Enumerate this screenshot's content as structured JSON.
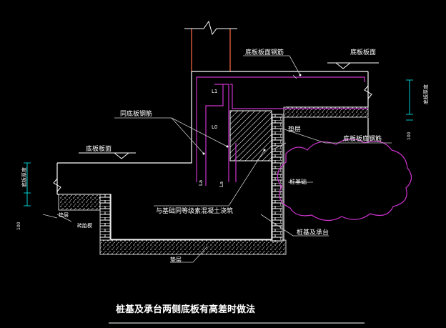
{
  "title": "桩基及承台两侧底板有高差时做法",
  "labels": {
    "bottom_plate_top_rebar": "底板板面钢筋",
    "bottom_plate_surface_right": "底板板面",
    "same_as_bottom_rebar": "同底板钢筋",
    "bottom_plate_surface_left": "底板板面",
    "cushion_right": "垫层",
    "bottom_plate_bottom_rebar": "底板板底钢筋",
    "same_grade_concrete": "与基础同等级素混凝土浇筑",
    "pile_cap_outline": "桩基及承台",
    "cushion_left": "垫层",
    "cushion_bottom": "垫层",
    "brick_mold": "砖胎模",
    "pile_foundation": "桩基础",
    "la_1": "L1",
    "la_2": "L0",
    "la_3": "La",
    "la_4": "La",
    "dim_right": "底板厚度",
    "dim_right_small": "100",
    "dim_left": "底板厚度",
    "dim_left_small": "100"
  },
  "colors": {
    "outline": "#ffffff",
    "rebar": "#cc33cc",
    "dimension": "#00ffff",
    "leader": "#cccccc",
    "column": "#cc5533",
    "text": "#ffffff",
    "cloud": "#cc33cc",
    "brick": "#ffffff",
    "concrete": "#ffffff"
  }
}
